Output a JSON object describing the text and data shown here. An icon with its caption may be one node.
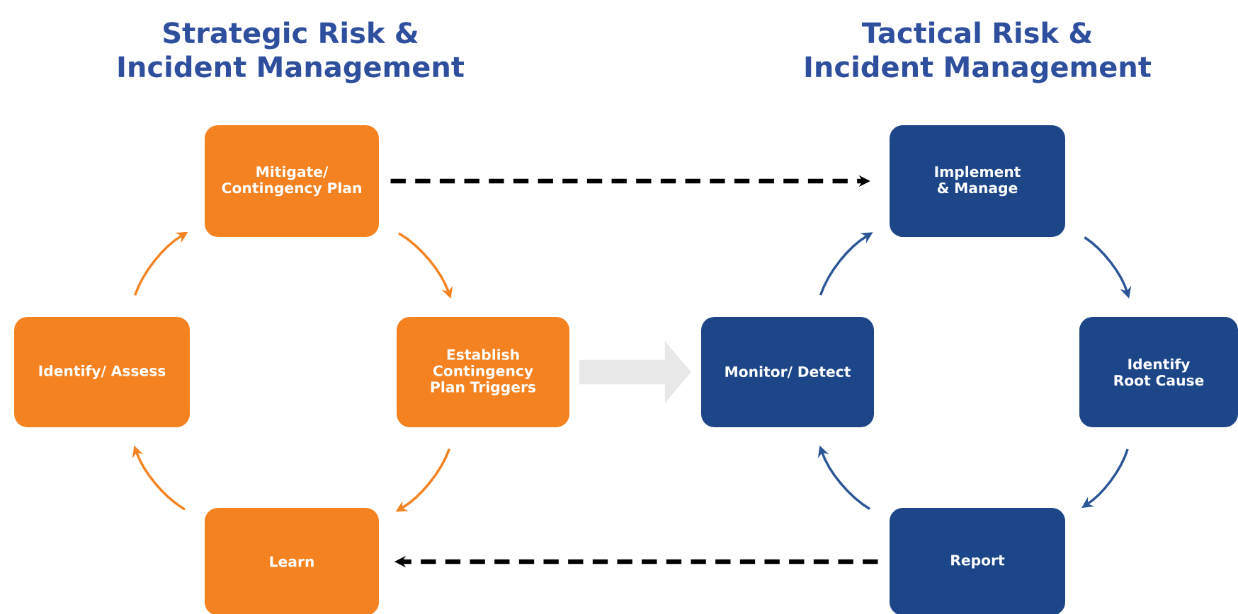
{
  "diagram": {
    "nodes": [
      {
        "text": [
          "Mitigate/ Contingency Plan"
        ]
      },
      {
        "text": [
          "Identify/ Assess"
        ]
      },
      {
        "text": [
          "Establish Contingency Plan Triggers"
        ]
      },
      {
        "text": [
          "Learn"
        ]
      },
      {
        "text": [
          "Implement & Manage"
        ]
      },
      {
        "text": [
          "Monitor/ Detect"
        ]
      },
      {
        "text": [
          "Identify Root Cause"
        ]
      },
      {
        "text": [
          "Report"
        ]
      }
    ],
    "edges": [
      {
        "from": 1,
        "to": 0,
        "arrow": "to",
        "color": "#f58220"
      },
      {
        "from": 0,
        "to": 2,
        "arrow": "to",
        "color": "#f58220"
      },
      {
        "from": 2,
        "to": 3,
        "arrow": "to",
        "color": "#f58220"
      },
      {
        "from": 3,
        "to": 1,
        "arrow": "to",
        "color": "#f58220"
      },
      {
        "from": 5,
        "to": 4,
        "arrow": "to",
        "color": "#2b5597"
      },
      {
        "from": 4,
        "to": 6,
        "arrow": "to",
        "color": "#2b5597"
      },
      {
        "from": 6,
        "to": 7,
        "arrow": "to",
        "color": "#2b5597"
      },
      {
        "from": 7,
        "to": 5,
        "arrow": "to",
        "color": "#2b5597"
      },
      {
        "from": 0,
        "to": 4,
        "arrow": "to",
        "style": "dashed",
        "color": "#000000"
      },
      {
        "from": 7,
        "to": 3,
        "arrow": "to",
        "style": "dashed",
        "color": "#000000"
      },
      {
        "from": 2,
        "to": 5,
        "arrow": "to",
        "style": "thick",
        "color": "#e8e8e8"
      }
    ],
    "labels": [
      "Strategic Risk & Incident Management",
      "Tactical Risk & Incident Management"
    ]
  }
}
